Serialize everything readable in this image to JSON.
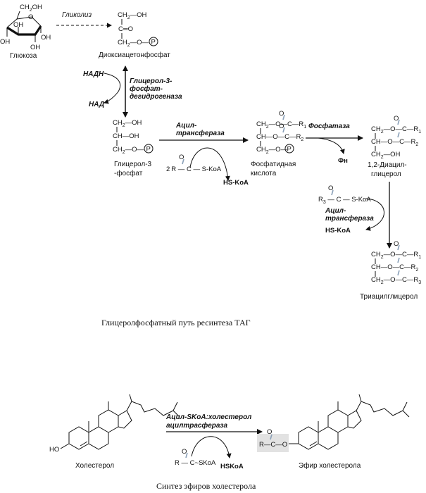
{
  "scheme1": {
    "glucose": {
      "label": "Глюкоза",
      "oh_top": "OH",
      "oh": "OH"
    },
    "glycolysis": "Гликолиз",
    "dhap": {
      "label": "Диоксиацетонфосфат",
      "oh": "OH",
      "o": "O",
      "p": "P",
      "ch2": "CH",
      "c": "C"
    },
    "dehydrogenase": {
      "line1": "Глицерол-3-",
      "line2": "фосфат-",
      "line3": "дегидрогеназа"
    },
    "nadh": "НАДН",
    "nad": "НАД",
    "g3p": {
      "label_1": "Глицерол-3",
      "label_2": "-фосфат",
      "ch2": "CH",
      "ch": "CH",
      "oh": "OH",
      "o": "O",
      "p": "P"
    },
    "acyltransferase": {
      "line1": "Ацил-",
      "line2": "трансфераза"
    },
    "acyl_coa": {
      "coef": "2",
      "r": "R",
      "c": "C",
      "o": "O",
      "skoa": "S-KoA"
    },
    "hs_koa": "HS-KoA",
    "phosphatidic_acid": {
      "label_1": "Фосфатидная",
      "label_2": "кислота",
      "r1": "R",
      "r2": "R"
    },
    "phosphatase": "Фосфатаза",
    "phosphate": "Фн",
    "diacylglycerol": {
      "label_1": "1,2-Диацил-",
      "label_2": "глицерол",
      "oh": "OH"
    },
    "acyl_coa3": {
      "r": "R",
      "sub": "3",
      "c": "C",
      "o": "O",
      "skoa": "S-KoA"
    },
    "acyltransferase2": {
      "line1": "Ацил-",
      "line2": "трансфераза"
    },
    "hs_koa2": "HS-KoA",
    "triacylglycerol": {
      "label": "Триацилглицерол",
      "r3": "R"
    },
    "caption": "Глицеролфосфатный путь ресинтеза ТАГ"
  },
  "scheme2": {
    "cholesterol": {
      "label": "Холестерол",
      "ho": "HO"
    },
    "enzyme": {
      "line1": "Ацил-SKoA:холестерол",
      "line2": "ацилтрасфераза"
    },
    "acyl_skoa": {
      "r": "R",
      "c": "C",
      "o": "O",
      "tilde_skoa": "~SKoA"
    },
    "hskoa": "HSKoA",
    "ester": {
      "label": "Эфир холестерола",
      "r": "R",
      "c": "C",
      "o": "O"
    },
    "caption": "Синтез эфиров холестерола"
  }
}
